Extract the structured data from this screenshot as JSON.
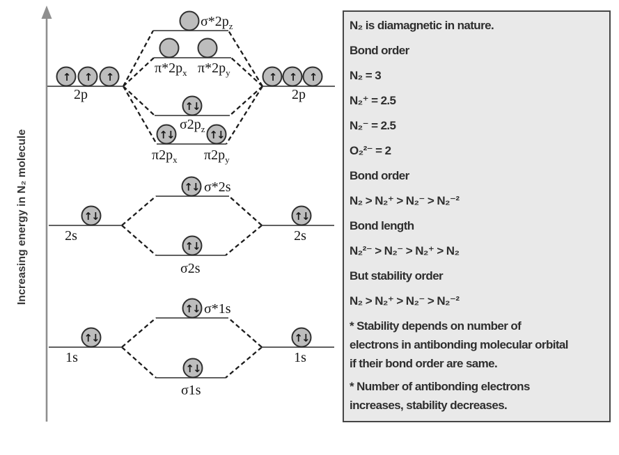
{
  "diagram": {
    "axis_label": "Increasing energy in N₂ molecule",
    "electron_glyphs": {
      "paired": "↑↓",
      "single": "↑"
    },
    "atomic_levels": {
      "left_2p": "2p",
      "right_2p": "2p",
      "left_2s": "2s",
      "right_2s": "2s",
      "left_1s": "1s",
      "right_1s": "1s"
    },
    "molecular_orbitals": {
      "sigma_star_2pz": {
        "base": "σ*2p",
        "sub": "z"
      },
      "pi_star_2px": {
        "base": "π*2p",
        "sub": "x"
      },
      "pi_star_2py": {
        "base": "π*2p",
        "sub": "y"
      },
      "sigma_2pz": {
        "base": "σ2p",
        "sub": "z"
      },
      "pi_2px": {
        "base": "π2p",
        "sub": "x"
      },
      "pi_2py": {
        "base": "π2p",
        "sub": "y"
      },
      "sigma_star_2s": {
        "base": "σ*2s",
        "sub": ""
      },
      "sigma_2s": {
        "base": "σ2s",
        "sub": ""
      },
      "sigma_star_1s": {
        "base": "σ*1s",
        "sub": ""
      },
      "sigma_1s": {
        "base": "σ1s",
        "sub": ""
      }
    }
  },
  "info_panel": {
    "lines": [
      "N₂ is diamagnetic in nature.",
      "Bond order",
      "N₂ = 3",
      "N₂⁺ = 2.5",
      "N₂⁻ = 2.5",
      "O₂²⁻ = 2",
      "Bond order",
      "N₂ > N₂⁺ > N₂⁻ > N₂⁻²",
      "Bond length",
      "N₂²⁻ > N₂⁻ > N₂⁺ > N₂",
      "But stability order",
      "N₂ > N₂⁺ > N₂⁻ > N₂⁻²",
      "* Stability depends on number of\nelectrons in antibonding molecular orbital\nif their bond order are same.",
      "* Number of antibonding electrons\nincreases, stability decreases."
    ]
  },
  "colors": {
    "panel_bg": "#e9e9e9",
    "panel_border": "#454545",
    "circle_fill": "#bdbdbd",
    "circle_stroke": "#2f2f2f",
    "level_line": "#4a4a4a",
    "connector": "#1c1c1c",
    "axis_arrow": "#8f8f8f",
    "text": "#2e2e2e"
  }
}
